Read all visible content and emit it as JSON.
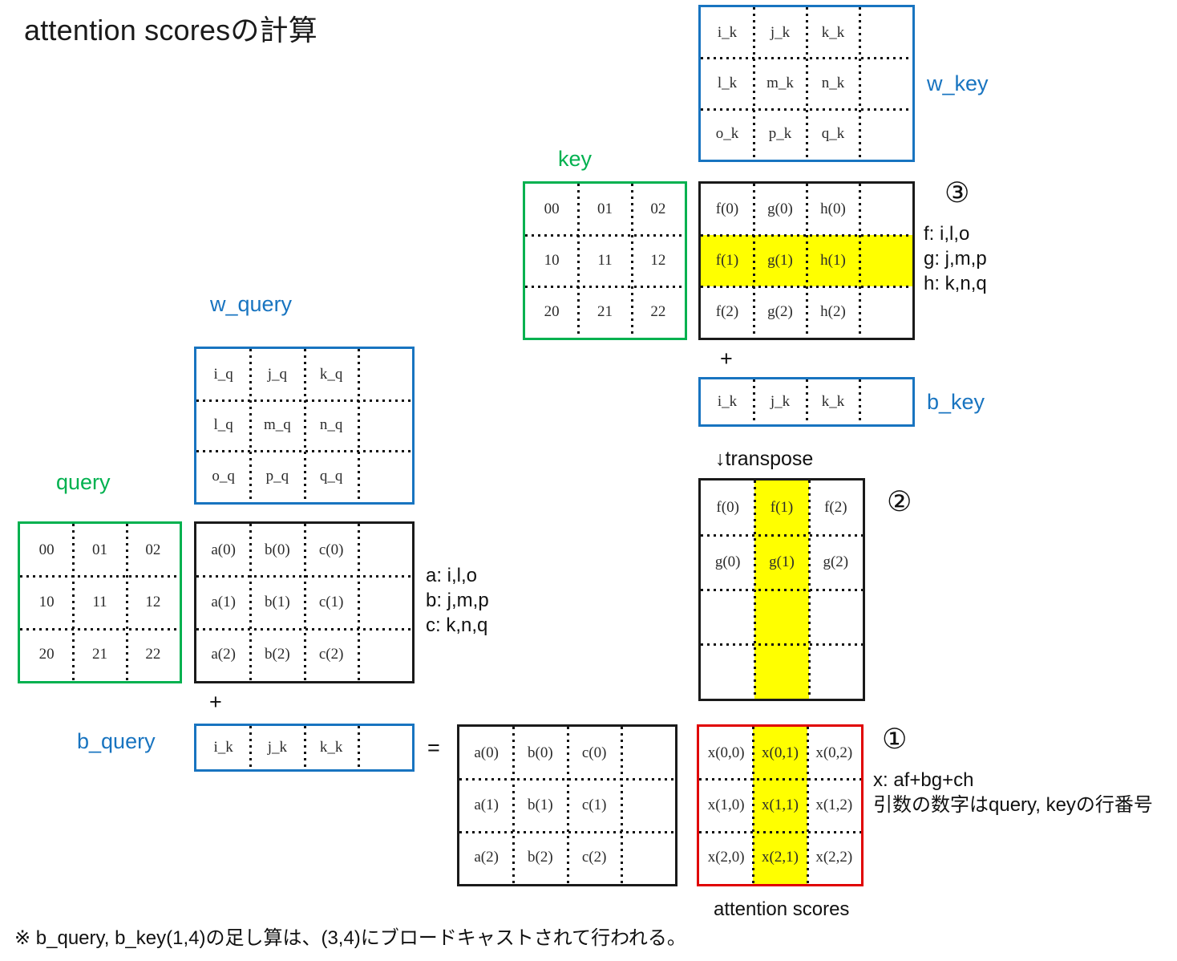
{
  "title": "attention scoresの計算",
  "colors": {
    "blue": "#1874C0",
    "green": "#00B14F",
    "black": "#1a1a1a",
    "red": "#E00000",
    "highlight": "#FFFF00"
  },
  "labels": {
    "w_key": "w_key",
    "key": "key",
    "b_key": "b_key",
    "w_query": "w_query",
    "query": "query",
    "b_query": "b_query",
    "attention_scores_caption": "attention scores",
    "transpose": "↓transpose",
    "plus_key": "+",
    "plus_query": "+",
    "equals": "="
  },
  "step_markers": {
    "one": "①",
    "two": "②",
    "three": "③"
  },
  "notes": {
    "query_legend": "a: i,l,o\nb: j,m,p\nc: k,n,q",
    "key_legend": "f: i,l,o\ng: j,m,p\nh: k,n,q",
    "scores_legend": "x: af+bg+ch\n引数の数字はquery, keyの行番号",
    "footnote": "※ b_query, b_key(1,4)の足し算は、(3,4)にブロードキャストされて行われる。"
  },
  "matrices": {
    "w_key": {
      "rows": [
        [
          "i_k",
          "j_k",
          "k_k",
          ""
        ],
        [
          "l_k",
          "m_k",
          "n_k",
          ""
        ],
        [
          "o_k",
          "p_k",
          "q_k",
          ""
        ]
      ]
    },
    "key": {
      "rows": [
        [
          "00",
          "01",
          "02"
        ],
        [
          "10",
          "11",
          "12"
        ],
        [
          "20",
          "21",
          "22"
        ]
      ]
    },
    "key_product": {
      "rows": [
        [
          "f(0)",
          "g(0)",
          "h(0)",
          ""
        ],
        [
          "f(1)",
          "g(1)",
          "h(1)",
          ""
        ],
        [
          "f(2)",
          "g(2)",
          "h(2)",
          ""
        ]
      ],
      "highlight_row": 1
    },
    "b_key": {
      "rows": [
        [
          "i_k",
          "j_k",
          "k_k",
          ""
        ]
      ]
    },
    "key_transposed": {
      "rows": [
        [
          "f(0)",
          "f(1)",
          "f(2)"
        ],
        [
          "g(0)",
          "g(1)",
          "g(2)"
        ],
        [
          "",
          "",
          ""
        ],
        [
          "",
          "",
          ""
        ]
      ],
      "highlight_col": 1
    },
    "w_query": {
      "rows": [
        [
          "i_q",
          "j_q",
          "k_q",
          ""
        ],
        [
          "l_q",
          "m_q",
          "n_q",
          ""
        ],
        [
          "o_q",
          "p_q",
          "q_q",
          ""
        ]
      ]
    },
    "query": {
      "rows": [
        [
          "00",
          "01",
          "02"
        ],
        [
          "10",
          "11",
          "12"
        ],
        [
          "20",
          "21",
          "22"
        ]
      ]
    },
    "query_product": {
      "rows": [
        [
          "a(0)",
          "b(0)",
          "c(0)",
          ""
        ],
        [
          "a(1)",
          "b(1)",
          "c(1)",
          ""
        ],
        [
          "a(2)",
          "b(2)",
          "c(2)",
          ""
        ]
      ]
    },
    "b_query": {
      "rows": [
        [
          "i_k",
          "j_k",
          "k_k",
          ""
        ]
      ]
    },
    "query_result": {
      "rows": [
        [
          "a(0)",
          "b(0)",
          "c(0)",
          ""
        ],
        [
          "a(1)",
          "b(1)",
          "c(1)",
          ""
        ],
        [
          "a(2)",
          "b(2)",
          "c(2)",
          ""
        ]
      ]
    },
    "attention_scores": {
      "rows": [
        [
          "x(0,0)",
          "x(0,1)",
          "x(0,2)"
        ],
        [
          "x(1,0)",
          "x(1,1)",
          "x(1,2)"
        ],
        [
          "x(2,0)",
          "x(2,1)",
          "x(2,2)"
        ]
      ],
      "highlight_col": 1
    }
  }
}
